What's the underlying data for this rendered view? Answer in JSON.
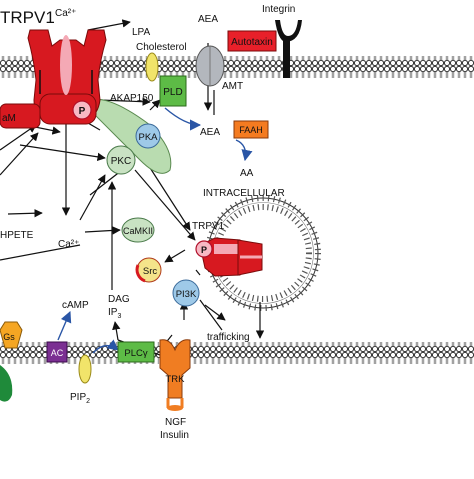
{
  "title": "TRPV1",
  "labels": {
    "ca_top": "Ca²⁺",
    "lpa": "LPA",
    "aea_top": "AEA",
    "integrin": "Integrin",
    "autotaxin": "Autotaxin",
    "cholesterol": "Cholesterol",
    "pld": "PLD",
    "amt": "AMT",
    "akap150": "AKAP150",
    "cam": "aM",
    "p_main": "P",
    "pka": "PKA",
    "aea_mid": "AEA",
    "faah": "FAAH",
    "aa": "AA",
    "intracellular": "INTRACELLULAR",
    "pkc": "PKC",
    "camkii": "CaMKII",
    "trpv1_vesicle": "TRPV1",
    "p_vesicle": "P",
    "hpete": "HPETE",
    "ca_mid": "Ca²⁺",
    "src": "Src",
    "pi3k": "PI3K",
    "dag": "DAG",
    "ip3": "IP",
    "ip3_sub": "3",
    "camp": "cAMP",
    "trafficking": "trafficking",
    "gs": "Gs",
    "ac": "AC",
    "plcg": "PLCγ",
    "trk": "TRK",
    "pip2": "PIP",
    "pip2_sub": "2",
    "ngf": "NGF",
    "insulin": "Insulin"
  },
  "colors": {
    "trpv1": "#d71920",
    "trpv1_light": "#f4a9b5",
    "kinase": "#9ec9e8",
    "pkc": "#c9e2c3",
    "akap": "#b9dcb0",
    "autotaxin": "#e8202a",
    "faah": "#f47b20",
    "pld": "#5dbb46",
    "plcg": "#5dbb46",
    "ac": "#7b2f92",
    "gs": "#f5a623",
    "trk": "#f07d22",
    "cholesterol": "#f1e46a",
    "arrow_blue": "#2a56a6",
    "membrane": "#333333"
  }
}
